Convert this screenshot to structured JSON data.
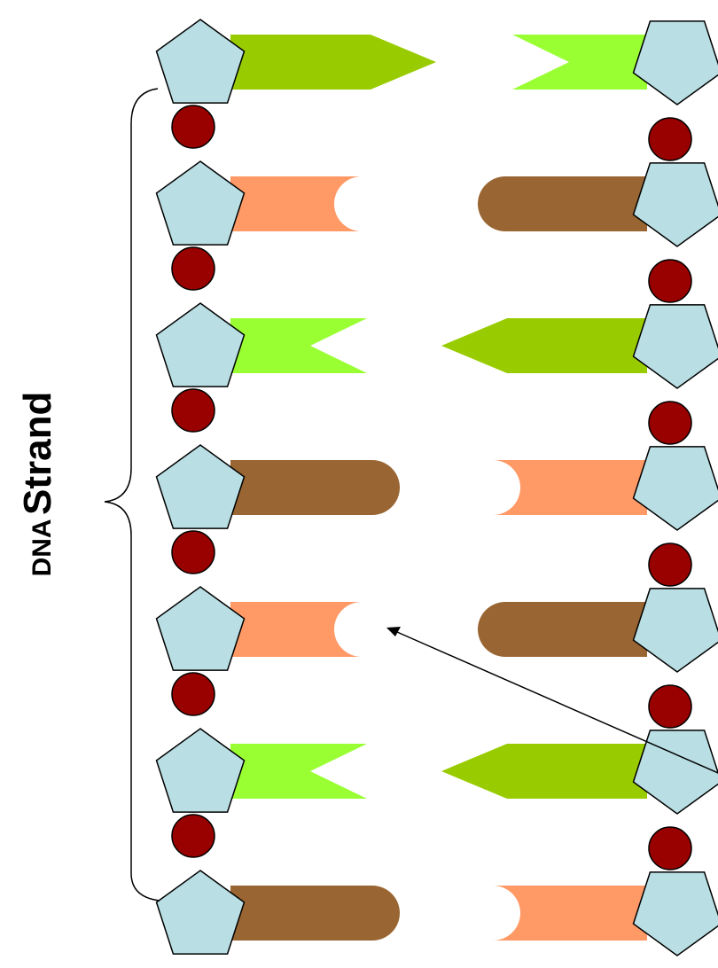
{
  "label": {
    "word1": "DNA",
    "word2": "Strand"
  },
  "colors": {
    "sugar": "#b9dfe4",
    "phosphate": "#990000",
    "green_dark": "#99cc00",
    "green_light": "#99ff33",
    "salmon": "#ff9966",
    "brown": "#996633",
    "outline": "#000000"
  },
  "strands": {
    "left": [
      "green-arrow",
      "salmon-notch",
      "light-green-notch",
      "brown-round",
      "salmon-notch",
      "light-green-notch",
      "brown-round"
    ],
    "right": [
      "light-green-notch",
      "brown-round",
      "green-arrow",
      "salmon-notch",
      "brown-round",
      "green-arrow",
      "salmon-notch"
    ]
  }
}
